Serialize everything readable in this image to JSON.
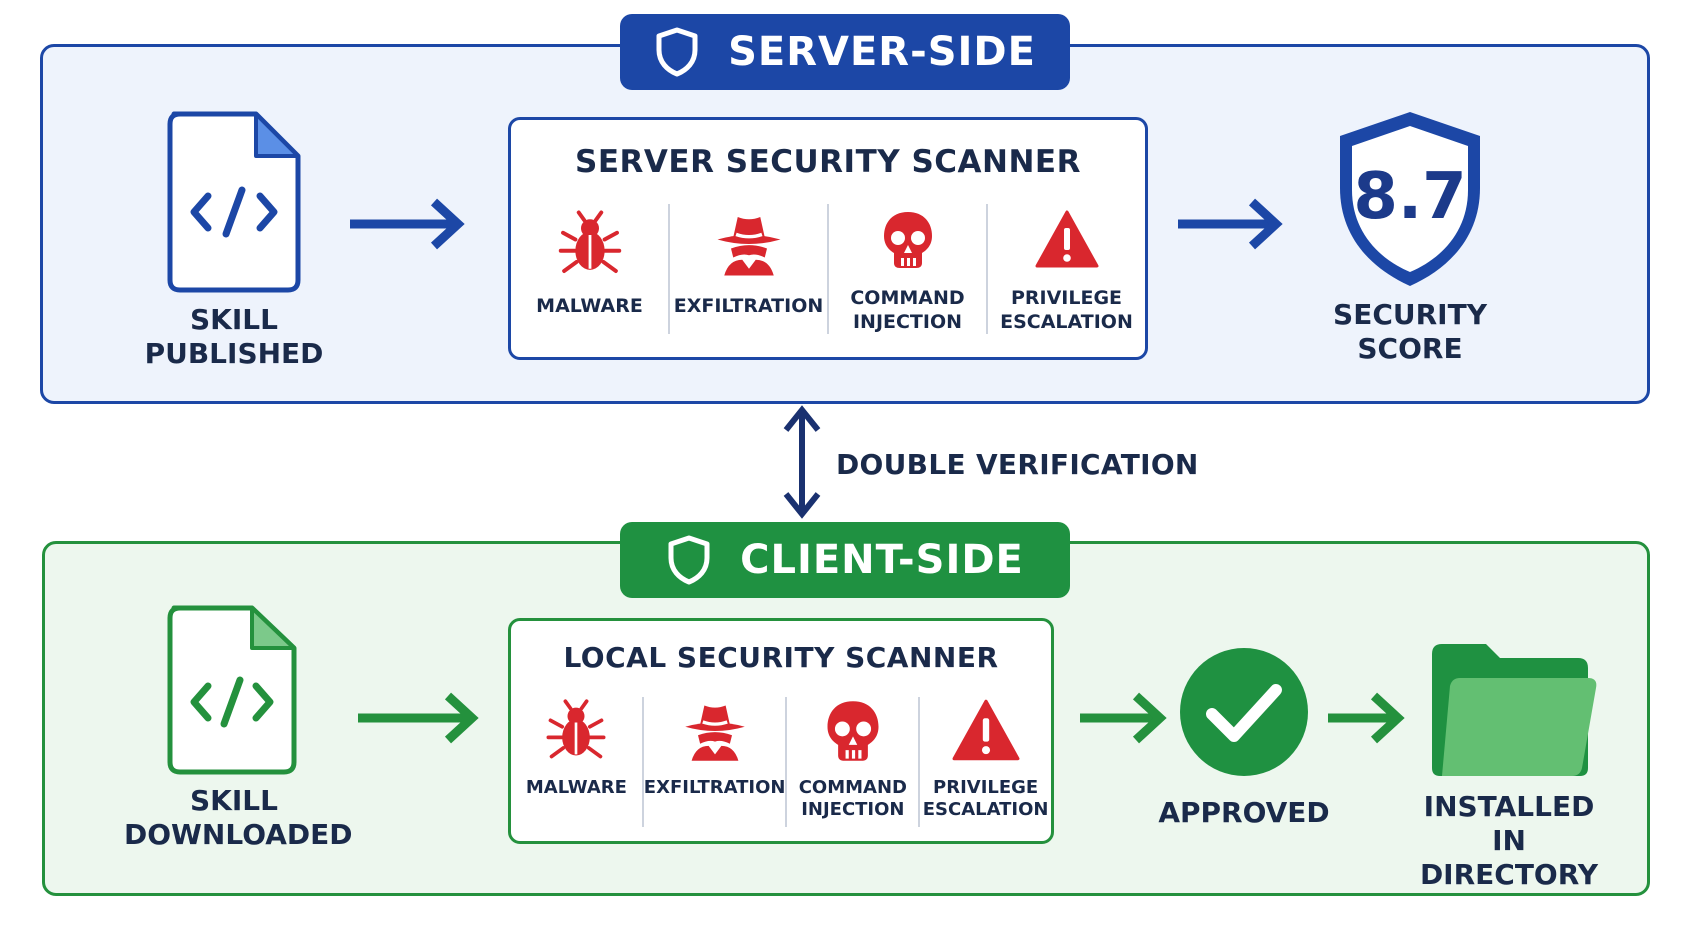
{
  "colors": {
    "server": "#1c47a6",
    "client": "#1f9141",
    "threat": "#d9272e",
    "text": "#1a2a4a"
  },
  "server": {
    "badge_label": "SERVER-SIDE",
    "badge_icon": "shield-icon",
    "source_label": "SKILL\nPUBLISHED",
    "source_icon": "code-file-icon",
    "scanner_title": "SERVER SECURITY SCANNER",
    "threats": [
      {
        "label": "MALWARE",
        "icon": "bug-icon"
      },
      {
        "label": "EXFILTRATION",
        "icon": "spy-icon"
      },
      {
        "label": "COMMAND\nINJECTION",
        "icon": "skull-icon"
      },
      {
        "label": "PRIVILEGE\nESCALATION",
        "icon": "warning-icon"
      }
    ],
    "score_value": "8.7",
    "score_label": "SECURITY\nSCORE"
  },
  "link": {
    "label": "DOUBLE VERIFICATION",
    "icon": "double-arrow-icon"
  },
  "client": {
    "badge_label": "CLIENT-SIDE",
    "badge_icon": "shield-icon",
    "source_label": "SKILL\nDOWNLOADED",
    "source_icon": "code-file-icon",
    "scanner_title": "LOCAL SECURITY SCANNER",
    "threats": [
      {
        "label": "MALWARE",
        "icon": "bug-icon"
      },
      {
        "label": "EXFILTRATION",
        "icon": "spy-icon"
      },
      {
        "label": "COMMAND\nINJECTION",
        "icon": "skull-icon"
      },
      {
        "label": "PRIVILEGE\nESCALATION",
        "icon": "warning-icon"
      }
    ],
    "approved_label": "APPROVED",
    "installed_label": "INSTALLED\nIN DIRECTORY"
  }
}
